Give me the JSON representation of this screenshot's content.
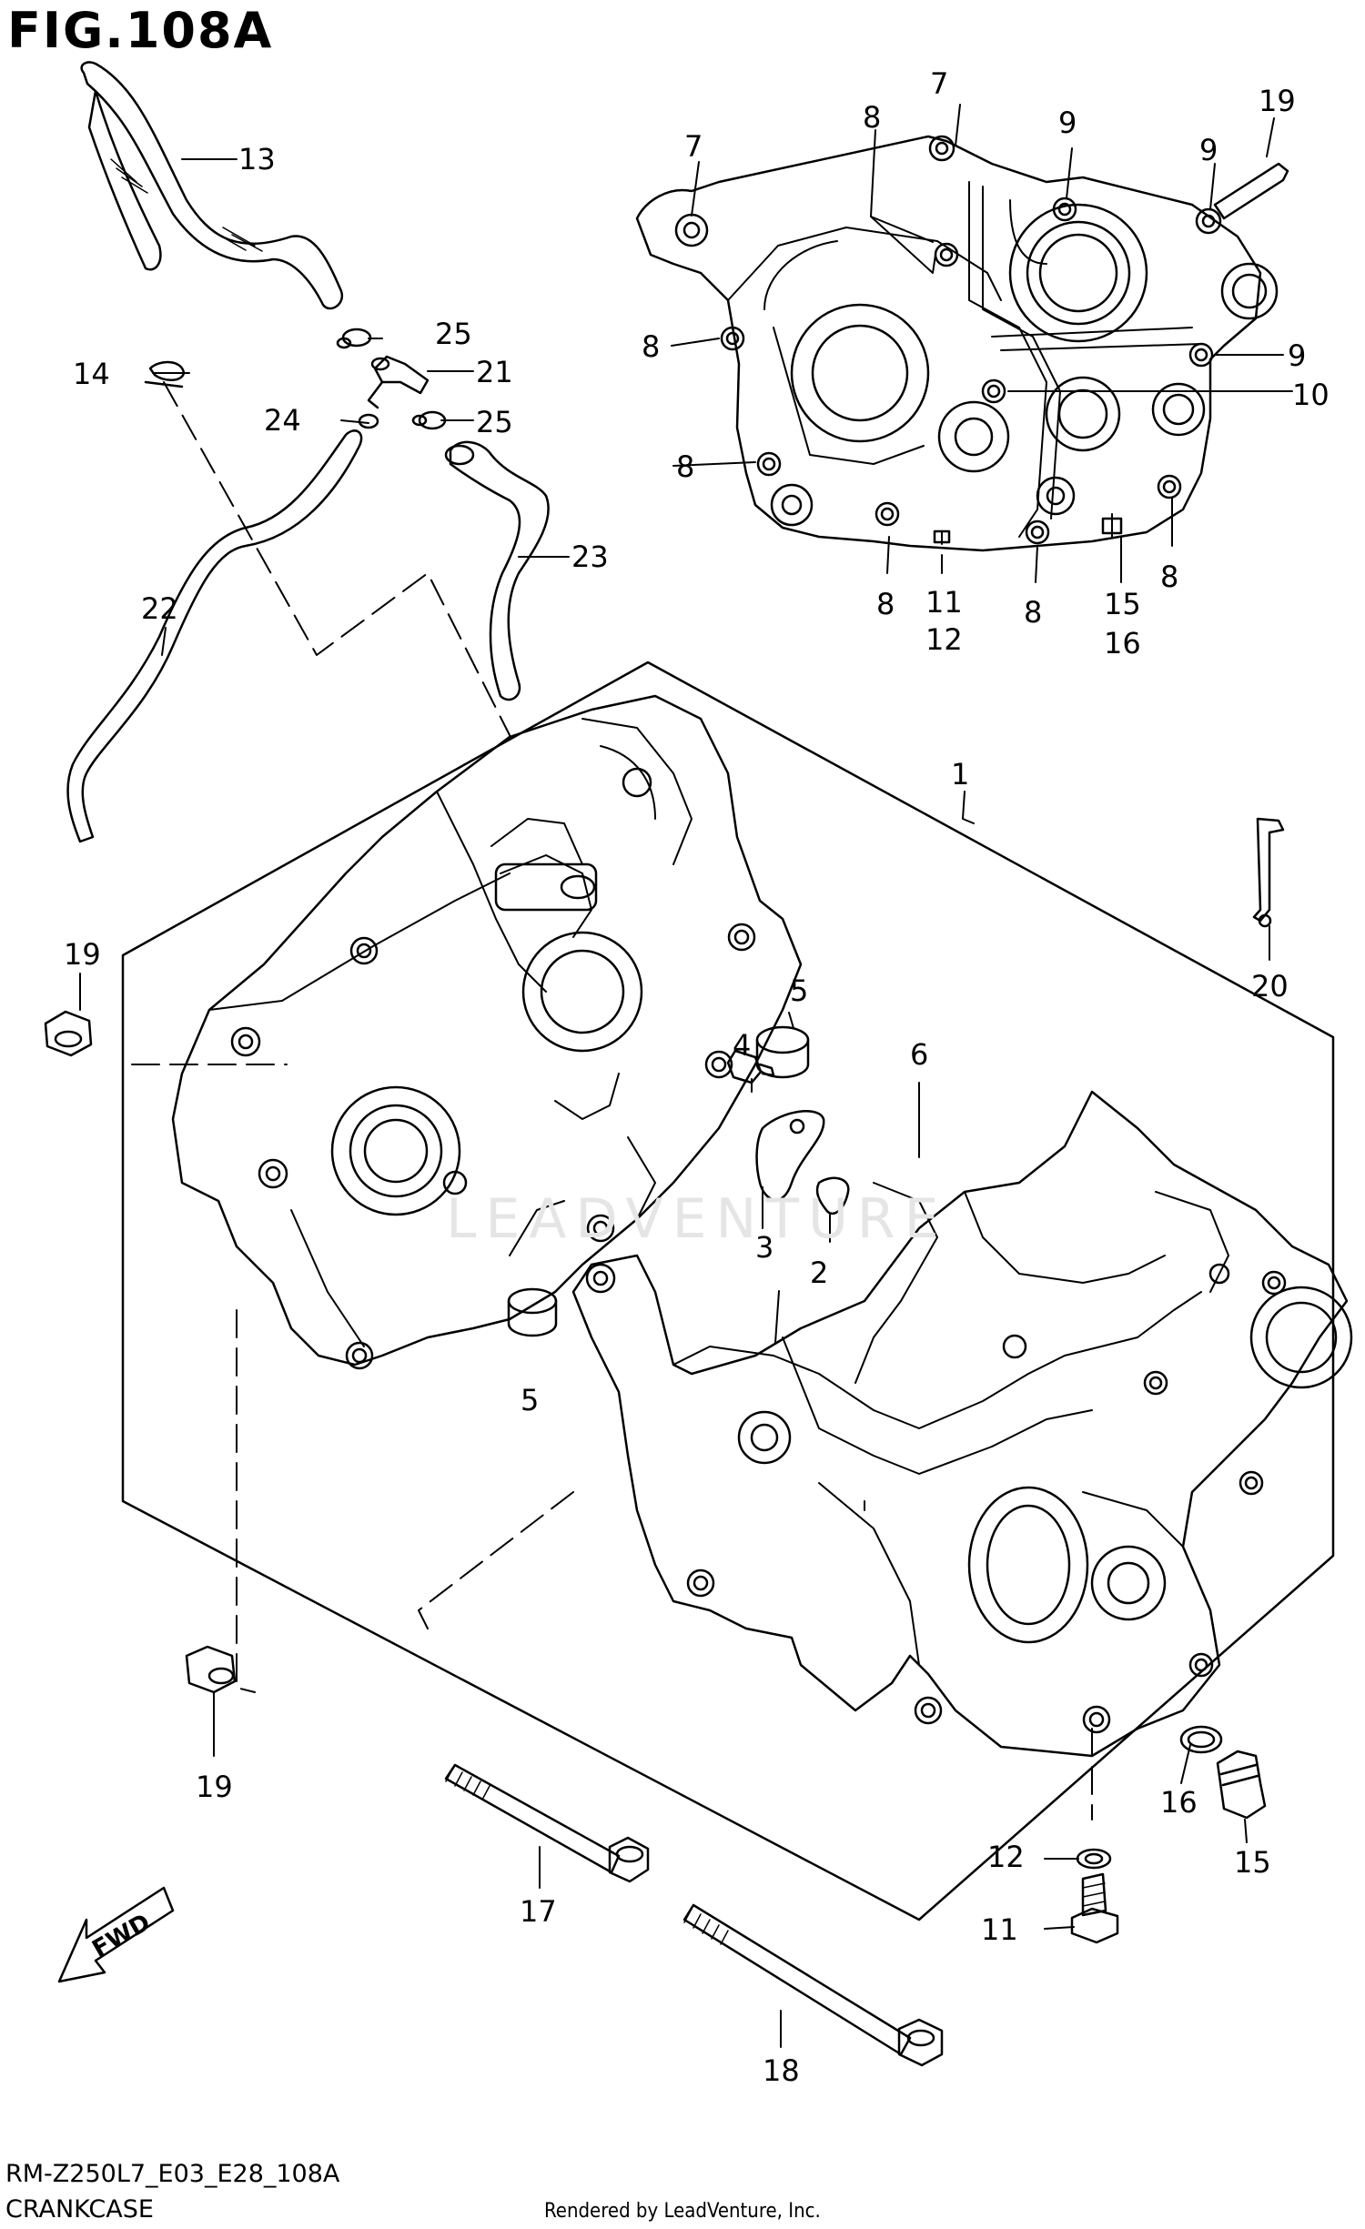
{
  "figure": {
    "title": "FIG.108A",
    "code": "RM-Z250L7_E03_E28_108A",
    "name": "CRANKCASE",
    "rendered_by": "Rendered by LeadVenture, Inc.",
    "watermark": "LEADVENTURE"
  },
  "fwd_label": "FWD",
  "callouts": [
    {
      "id": "c1",
      "label": "1"
    },
    {
      "id": "c2",
      "label": "2"
    },
    {
      "id": "c3",
      "label": "3"
    },
    {
      "id": "c4",
      "label": "4"
    },
    {
      "id": "c5a",
      "label": "5"
    },
    {
      "id": "c5b",
      "label": "5"
    },
    {
      "id": "c6",
      "label": "6"
    },
    {
      "id": "c7a",
      "label": "7"
    },
    {
      "id": "c7b",
      "label": "7"
    },
    {
      "id": "c8a",
      "label": "8"
    },
    {
      "id": "c8b",
      "label": "8"
    },
    {
      "id": "c8c",
      "label": "8"
    },
    {
      "id": "c8d",
      "label": "8"
    },
    {
      "id": "c8e",
      "label": "8"
    },
    {
      "id": "c8f",
      "label": "8"
    },
    {
      "id": "c9a",
      "label": "9"
    },
    {
      "id": "c9b",
      "label": "9"
    },
    {
      "id": "c9c",
      "label": "9"
    },
    {
      "id": "c10",
      "label": "10"
    },
    {
      "id": "c11a",
      "label": "11"
    },
    {
      "id": "c12a",
      "label": "12"
    },
    {
      "id": "c15a",
      "label": "15"
    },
    {
      "id": "c16a",
      "label": "16"
    },
    {
      "id": "c11b",
      "label": "11"
    },
    {
      "id": "c12b",
      "label": "12"
    },
    {
      "id": "c13",
      "label": "13"
    },
    {
      "id": "c14",
      "label": "14"
    },
    {
      "id": "c15b",
      "label": "15"
    },
    {
      "id": "c16b",
      "label": "16"
    },
    {
      "id": "c17",
      "label": "17"
    },
    {
      "id": "c18",
      "label": "18"
    },
    {
      "id": "c19a",
      "label": "19"
    },
    {
      "id": "c19b",
      "label": "19"
    },
    {
      "id": "c19c",
      "label": "19"
    },
    {
      "id": "c20",
      "label": "20"
    },
    {
      "id": "c21",
      "label": "21"
    },
    {
      "id": "c22",
      "label": "22"
    },
    {
      "id": "c23",
      "label": "23"
    },
    {
      "id": "c24",
      "label": "24"
    },
    {
      "id": "c25a",
      "label": "25"
    },
    {
      "id": "c25b",
      "label": "25"
    }
  ]
}
